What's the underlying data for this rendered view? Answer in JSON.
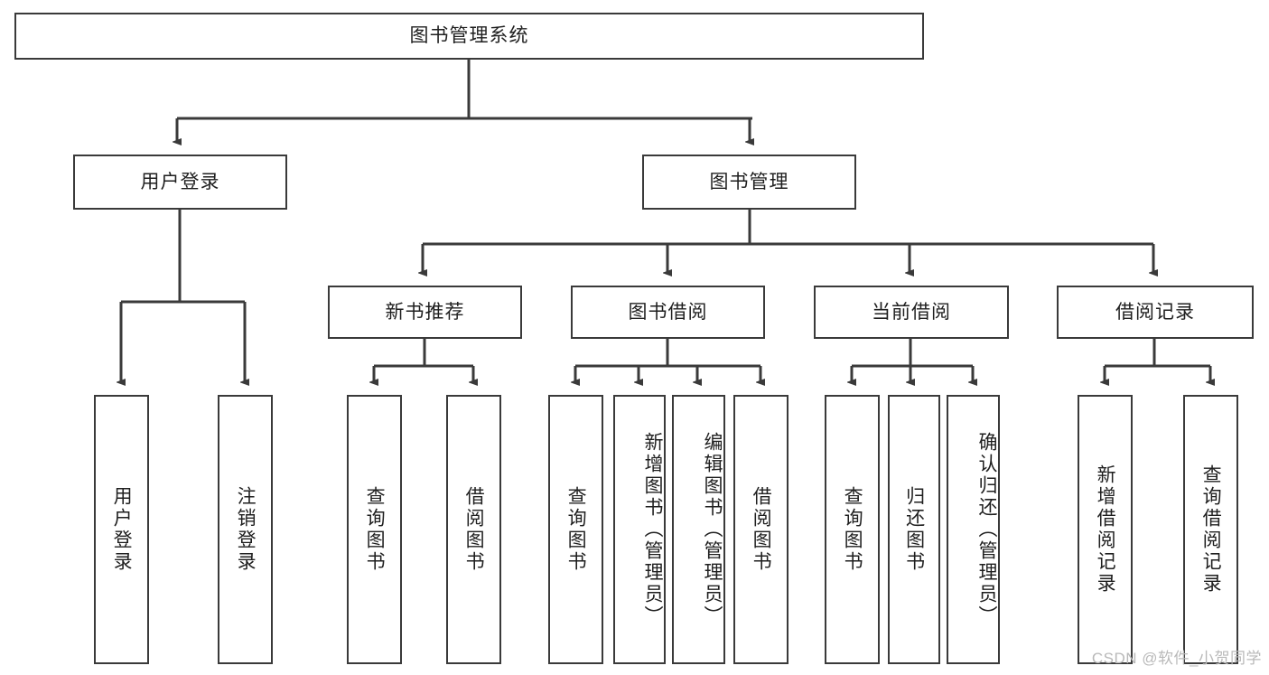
{
  "diagram": {
    "title": "图书管理系统",
    "watermark": "CSDN @软件_小贺同学",
    "style": {
      "border_color": "#3a3a3a",
      "text_color": "#1f1f1f",
      "background": "#ffffff",
      "watermark_color": "#b9b9b9"
    },
    "levels": {
      "root": {
        "label": "图书管理系统"
      },
      "level2": [
        {
          "label": "用户登录"
        },
        {
          "label": "图书管理"
        }
      ],
      "level3": [
        {
          "label": "新书推荐"
        },
        {
          "label": "图书借阅"
        },
        {
          "label": "当前借阅"
        },
        {
          "label": "借阅记录"
        }
      ],
      "leaves": [
        {
          "label": "用户登录",
          "parent": "用户登录"
        },
        {
          "label": "注销登录",
          "parent": "用户登录"
        },
        {
          "label": "查询图书",
          "parent": "新书推荐"
        },
        {
          "label": "借阅图书",
          "parent": "新书推荐"
        },
        {
          "label": "查询图书",
          "parent": "图书借阅"
        },
        {
          "label": "新增图书（管理员）",
          "parent": "图书借阅"
        },
        {
          "label": "编辑图书（管理员）",
          "parent": "图书借阅"
        },
        {
          "label": "借阅图书",
          "parent": "图书借阅"
        },
        {
          "label": "查询图书",
          "parent": "当前借阅"
        },
        {
          "label": "归还图书",
          "parent": "当前借阅"
        },
        {
          "label": "确认归还（管理员）",
          "parent": "当前借阅"
        },
        {
          "label": "新增借阅记录",
          "parent": "借阅记录"
        },
        {
          "label": "查询借阅记录",
          "parent": "借阅记录"
        }
      ]
    }
  }
}
